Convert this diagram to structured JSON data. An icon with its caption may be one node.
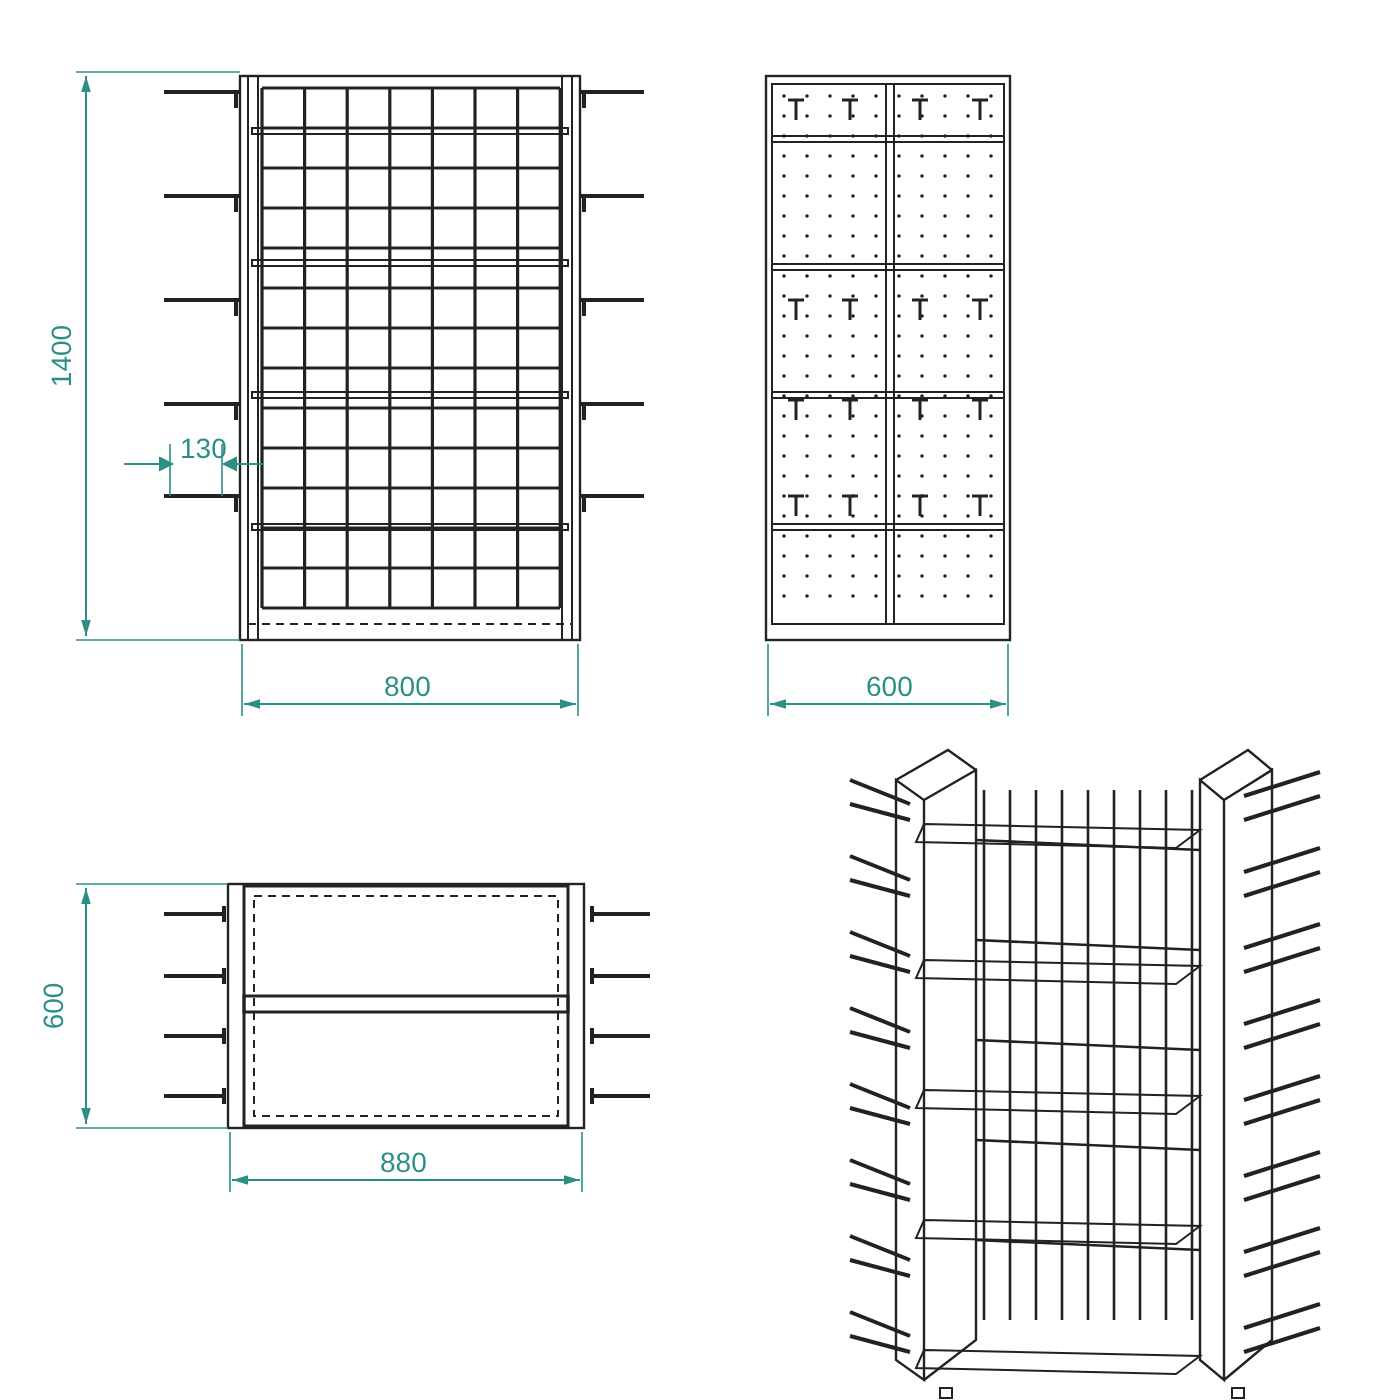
{
  "diagram": {
    "labels": [
      "1400",
      "130",
      "800",
      "600",
      "600",
      "880"
    ]
  }
}
